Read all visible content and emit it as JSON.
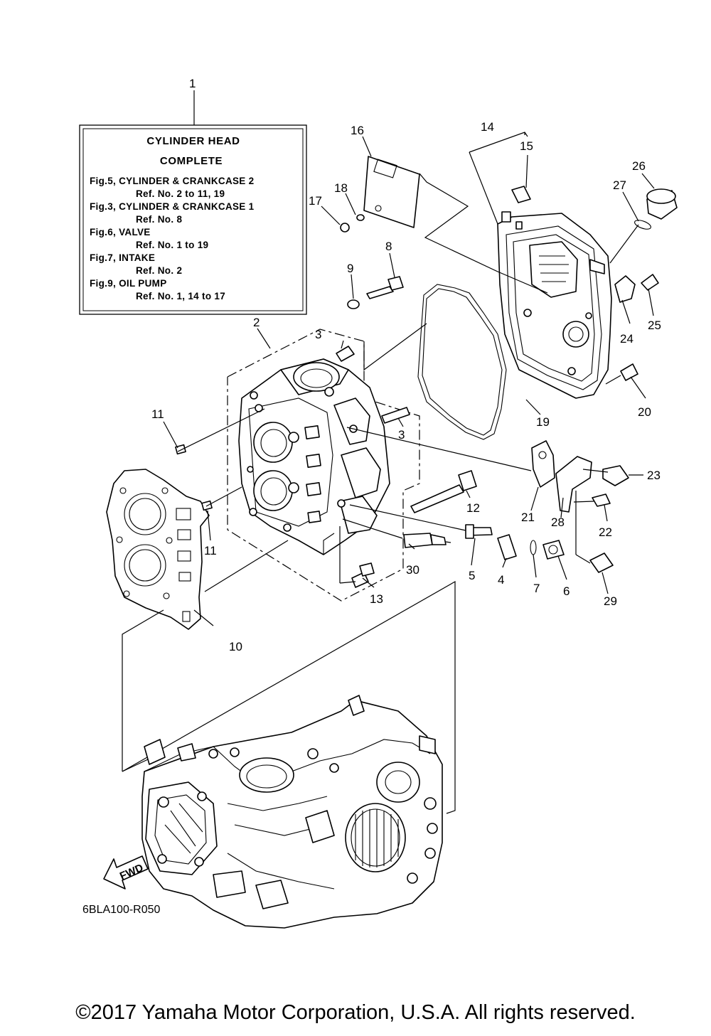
{
  "title_box": {
    "ref_no": "1",
    "heading_line1": "CYLINDER  HEAD",
    "heading_line2": "COMPLETE",
    "lines": [
      "Fig.5, CYLINDER & CRANKCASE 2",
      "Ref. No. 2 to 11, 19",
      "Fig.3, CYLINDER & CRANKCASE 1",
      "Ref. No. 8",
      "Fig.6, VALVE",
      "Ref. No. 1 to 19",
      "Fig.7, INTAKE",
      "Ref. No. 2",
      "Fig.9, OIL PUMP",
      "Ref. No. 1, 14 to 17"
    ]
  },
  "callouts": [
    "2",
    "3",
    "3",
    "4",
    "5",
    "6",
    "7",
    "8",
    "9",
    "10",
    "11",
    "11",
    "12",
    "13",
    "14",
    "15",
    "16",
    "17",
    "18",
    "19",
    "20",
    "21",
    "22",
    "23",
    "24",
    "25",
    "26",
    "27",
    "28",
    "29",
    "30"
  ],
  "fwd_label": "FWD",
  "diagram_code": "6BLA100-R050",
  "copyright": "©2017 Yamaha Motor Corporation, U.S.A. All rights reserved."
}
